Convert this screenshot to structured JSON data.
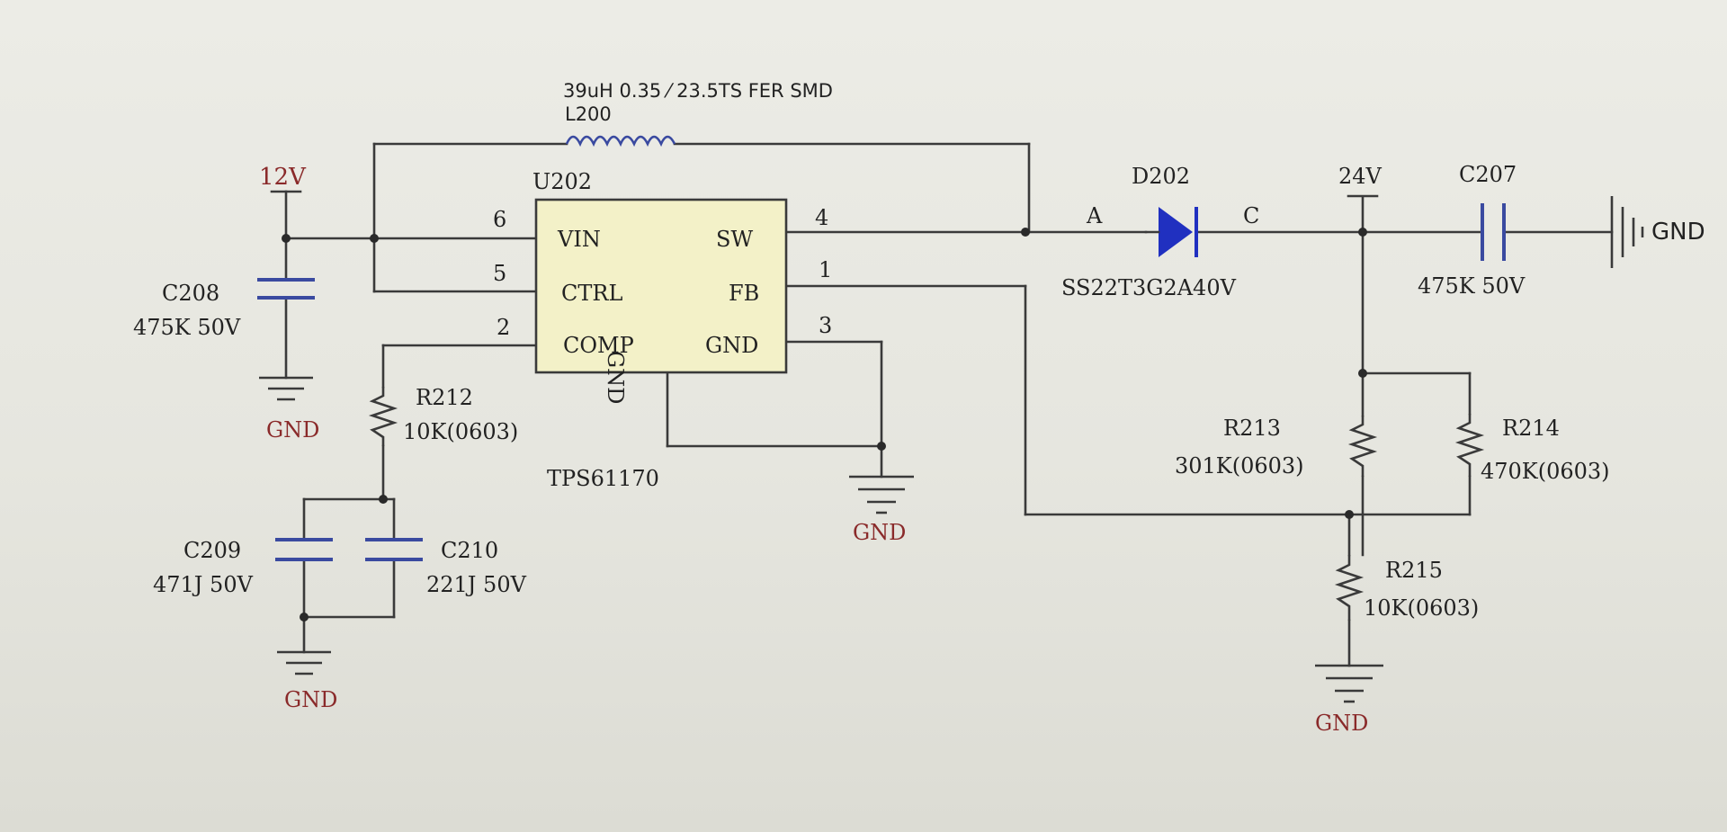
{
  "inductor": {
    "spec": "39uH 0.35 ⁄ 23.5TS FER SMD",
    "ref": "L200"
  },
  "ic": {
    "ref": "U202",
    "part": "TPS61170",
    "body_color": "#f3f1c8",
    "pins": {
      "vin": {
        "name": "VIN",
        "num": "6"
      },
      "ctrl": {
        "name": "CTRL",
        "num": "5"
      },
      "comp": {
        "name": "COMP",
        "num": "2"
      },
      "sw": {
        "name": "SW",
        "num": "4"
      },
      "fb": {
        "name": "FB",
        "num": "1"
      },
      "gnd": {
        "name": "GND",
        "num": "3"
      }
    },
    "rotated_label": "GND"
  },
  "nets": {
    "vin": "12V",
    "vout": "24V",
    "gnd": "GND"
  },
  "diode": {
    "ref": "D202",
    "part": "SS22T3G2A40V",
    "anode": "A",
    "cathode": "C",
    "color": "#2030c0"
  },
  "capacitors": {
    "c208": {
      "ref": "C208",
      "value": "475K 50V"
    },
    "c207": {
      "ref": "C207",
      "value": "475K 50V"
    },
    "c209": {
      "ref": "C209",
      "value": "471J 50V"
    },
    "c210": {
      "ref": "C210",
      "value": "221J 50V"
    }
  },
  "resistors": {
    "r212": {
      "ref": "R212",
      "value": "10K(0603)"
    },
    "r213": {
      "ref": "R213",
      "value": "301K(0603)"
    },
    "r214": {
      "ref": "R214",
      "value": "470K(0603)"
    },
    "r215": {
      "ref": "R215",
      "value": "10K(0603)"
    }
  },
  "ground_labels": {
    "c208": "GND",
    "caps": "GND",
    "ic": "GND",
    "r215": "GND",
    "c207": "GND"
  }
}
